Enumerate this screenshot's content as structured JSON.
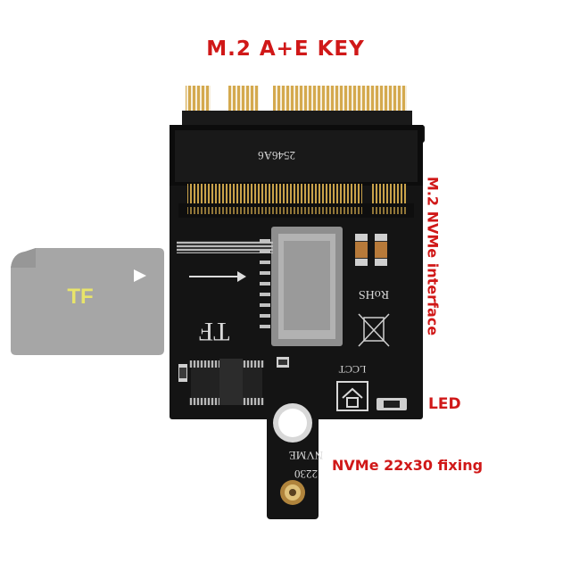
{
  "labels": {
    "title": "M.2 A+E KEY",
    "nvme_interface": "M.2 NVMe interface",
    "led": "LED",
    "fixing": "NVMe 22x30 fixing"
  },
  "card": {
    "text": "TF"
  },
  "board_silkscreen": {
    "part_number": "2546A6",
    "rohs": "RoHS",
    "tf": "TF",
    "lcct": "LCCT",
    "size": "2230",
    "nvme": "NVME"
  },
  "colors": {
    "label_red": "#d01818",
    "pcb_black": "#141414",
    "gold": "#c9a24a",
    "card_gray": "#a6a6a6",
    "card_text": "#e8e46a"
  }
}
